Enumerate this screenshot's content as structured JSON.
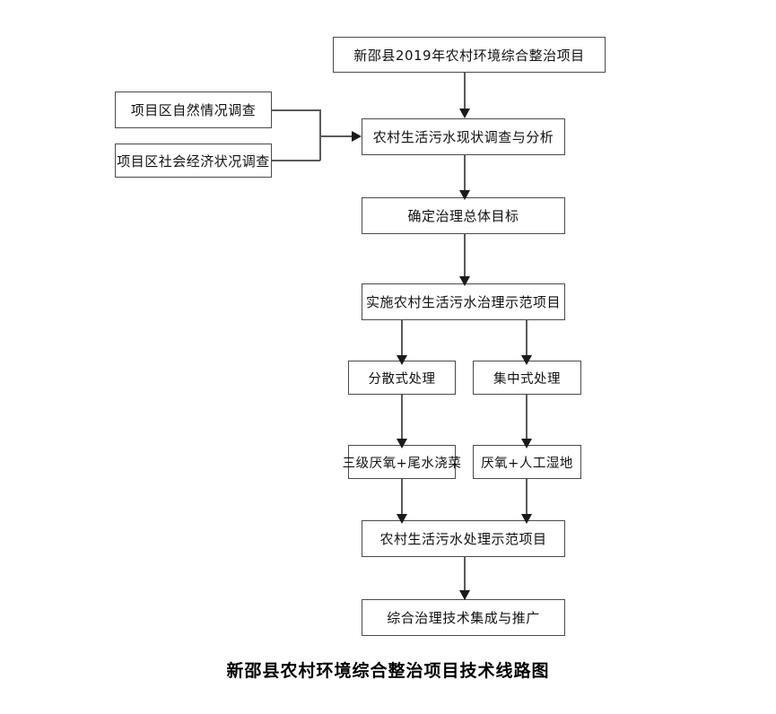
{
  "diagram": {
    "title_box": {
      "label": "新邵县2019年农村环境综合整治项目"
    },
    "inputs": [
      {
        "label": "项目区自然情况调查"
      },
      {
        "label": "项目区社会经济状况调查"
      }
    ],
    "main_flow": [
      {
        "label": "农村生活污水现状调查与分析"
      },
      {
        "label": "确定治理总体目标"
      },
      {
        "label": "实施农村生活污水治理示范项目"
      }
    ],
    "branches": [
      {
        "label": "分散式处理"
      },
      {
        "label": "集中式处理"
      }
    ],
    "technologies": [
      {
        "label": "三级厌氧+尾水浇菜"
      },
      {
        "label": "厌氧+人工湿地"
      }
    ],
    "outcomes": [
      {
        "label": "农村生活污水处理示范项目"
      },
      {
        "label": "综合治理技术集成与推广"
      }
    ]
  },
  "caption": {
    "text": "新邵县农村环境综合整治项目技术线路图"
  },
  "colors": {
    "box_border": "#4a4a4a",
    "connector": "#5a5a5a",
    "arrow": "#1a1a1a",
    "text": "#111111",
    "background": "#ffffff"
  }
}
